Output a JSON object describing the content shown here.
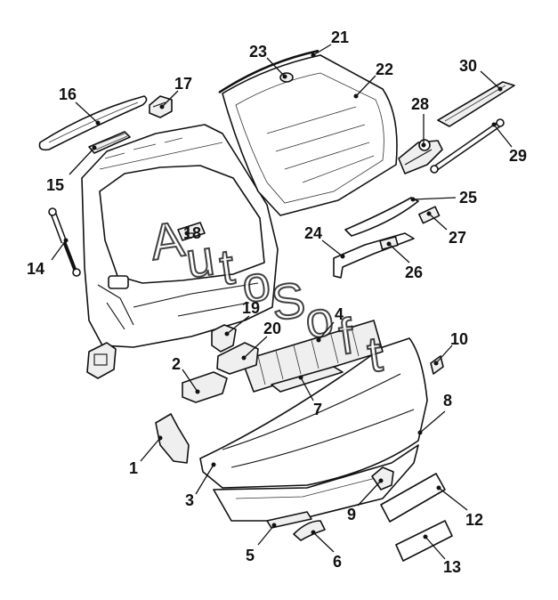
{
  "watermark": {
    "letters": [
      "A",
      "u",
      "t",
      "o",
      "S",
      "o",
      "f",
      "t"
    ]
  },
  "callouts": [
    {
      "number": "1"
    },
    {
      "number": "2"
    },
    {
      "number": "3"
    },
    {
      "number": "4"
    },
    {
      "number": "5"
    },
    {
      "number": "6"
    },
    {
      "number": "7"
    },
    {
      "number": "8"
    },
    {
      "number": "9"
    },
    {
      "number": "10"
    },
    {
      "number": "12"
    },
    {
      "number": "13"
    },
    {
      "number": "14"
    },
    {
      "number": "15"
    },
    {
      "number": "16"
    },
    {
      "number": "17"
    },
    {
      "number": "18"
    },
    {
      "number": "19"
    },
    {
      "number": "20"
    },
    {
      "number": "21"
    },
    {
      "number": "22"
    },
    {
      "number": "23"
    },
    {
      "number": "24"
    },
    {
      "number": "25"
    },
    {
      "number": "26"
    },
    {
      "number": "27"
    },
    {
      "number": "28"
    },
    {
      "number": "29"
    },
    {
      "number": "30"
    }
  ]
}
